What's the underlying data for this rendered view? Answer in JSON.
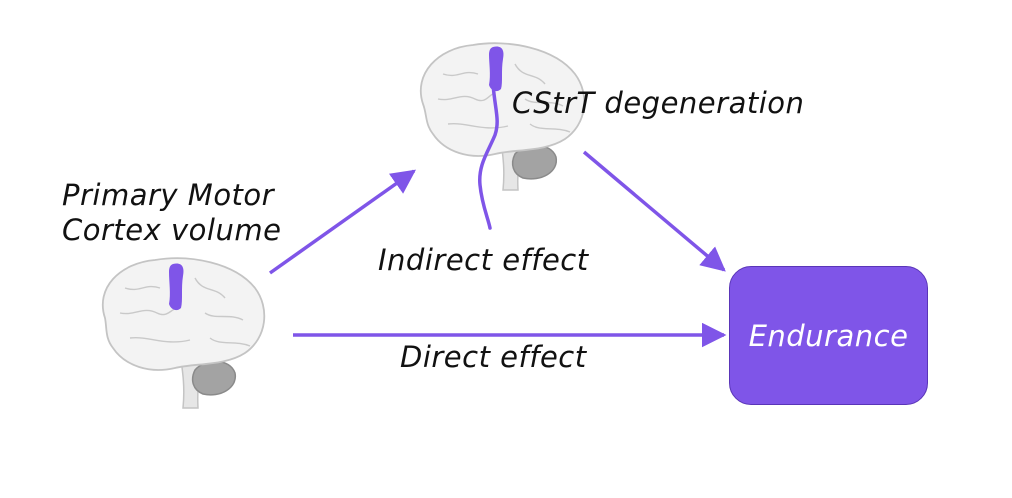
{
  "nodes": {
    "m1": {
      "line1": "Primary Motor",
      "line2": "Cortex volume"
    },
    "cstrt": {
      "label": "CStrT degeneration"
    },
    "endurance": {
      "label": "Endurance"
    }
  },
  "edges": {
    "indirect": {
      "label": "Indirect effect"
    },
    "direct": {
      "label": "Direct effect"
    }
  },
  "colors": {
    "accent": "#7f55e8",
    "arrow": "#7f55e8",
    "brain_fill": "#f3f3f3",
    "brain_outline": "#c4c4c4",
    "cerebellum": "#a3a3a3",
    "text": "#111111",
    "box_text": "#ffffff"
  }
}
